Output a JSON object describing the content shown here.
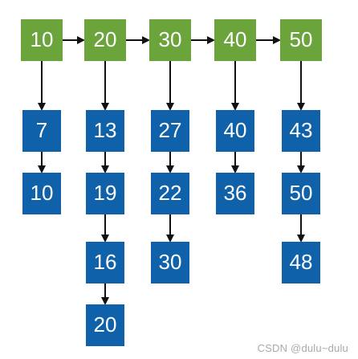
{
  "diagram": {
    "colors": {
      "head_node": "#6aa43a",
      "bucket_node": "#0f62aa",
      "arrow": "#111111",
      "text": "#ffffff"
    },
    "heads": [
      {
        "label": "10",
        "items": [
          "7",
          "10"
        ]
      },
      {
        "label": "20",
        "items": [
          "13",
          "19",
          "16",
          "20"
        ]
      },
      {
        "label": "30",
        "items": [
          "27",
          "22",
          "30"
        ]
      },
      {
        "label": "40",
        "items": [
          "40",
          "36"
        ]
      },
      {
        "label": "50",
        "items": [
          "43",
          "50",
          "48"
        ]
      }
    ]
  },
  "watermark": "CSDN @dulu~dulu"
}
